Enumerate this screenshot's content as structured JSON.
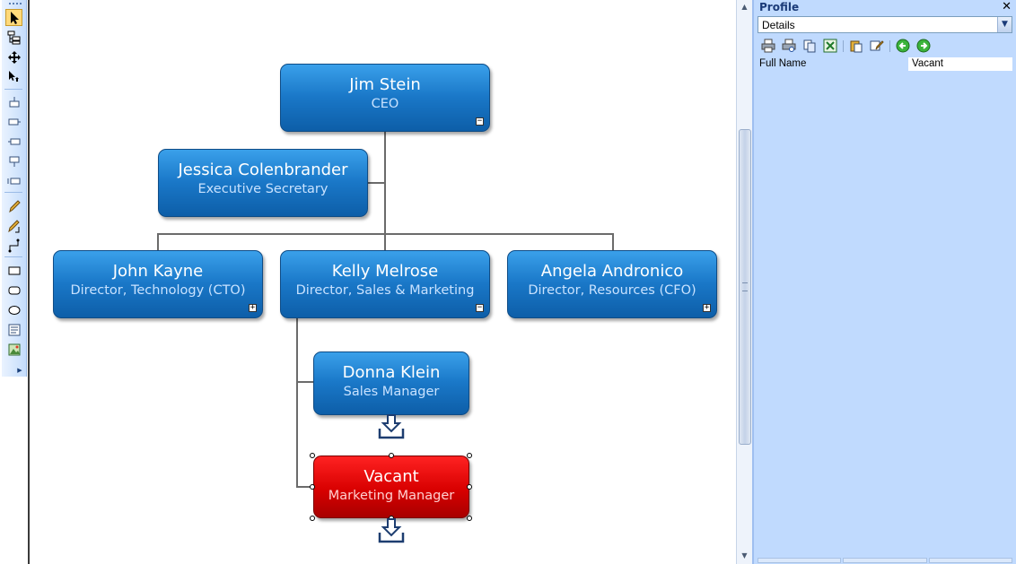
{
  "panel": {
    "title": "Profile",
    "close_glyph": "✕",
    "view_select": "Details",
    "fields": [
      {
        "label": "Full Name",
        "value": "Vacant"
      }
    ],
    "toolbar_icons": [
      "print-icon",
      "print-preview-icon",
      "copy-icon",
      "export-excel-icon",
      "paste-icon",
      "edit-icon",
      "back-arrow-icon",
      "forward-arrow-icon"
    ]
  },
  "left_toolbar": {
    "tools": [
      "select-pointer-icon",
      "hierarchy-icon",
      "pan-move-icon",
      "move-node-icon",
      "connector-top-icon",
      "connector-left-icon",
      "connector-right-icon",
      "connector-bottom-icon",
      "connector-middle-icon",
      "pencil-icon",
      "eraser-pencil-icon",
      "elbow-connector-icon",
      "rectangle-icon",
      "rounded-rectangle-icon",
      "ellipse-icon",
      "text-box-icon",
      "picture-icon"
    ]
  },
  "org_chart": {
    "nodes": [
      {
        "id": "ceo",
        "name": "Jim Stein",
        "title": "CEO",
        "toggle": "−"
      },
      {
        "id": "secretary",
        "name": "Jessica Colenbrander",
        "title": "Executive Secretary"
      },
      {
        "id": "cto",
        "name": "John Kayne",
        "title": "Director, Technology (CTO)",
        "toggle": "+"
      },
      {
        "id": "sales_dir",
        "name": "Kelly Melrose",
        "title": "Director, Sales & Marketing",
        "toggle": "−"
      },
      {
        "id": "cfo",
        "name": "Angela Andronico",
        "title": "Director, Resources (CFO)",
        "toggle": "+"
      },
      {
        "id": "sales_mgr",
        "name": "Donna Klein",
        "title": "Sales Manager"
      },
      {
        "id": "mkt_mgr",
        "name": "Vacant",
        "title": "Marketing Manager",
        "vacant": true,
        "selected": true
      }
    ]
  },
  "colors": {
    "node_blue": "#1a78c8",
    "node_vacant": "#d80000",
    "panel_bg": "#c0dafe"
  }
}
